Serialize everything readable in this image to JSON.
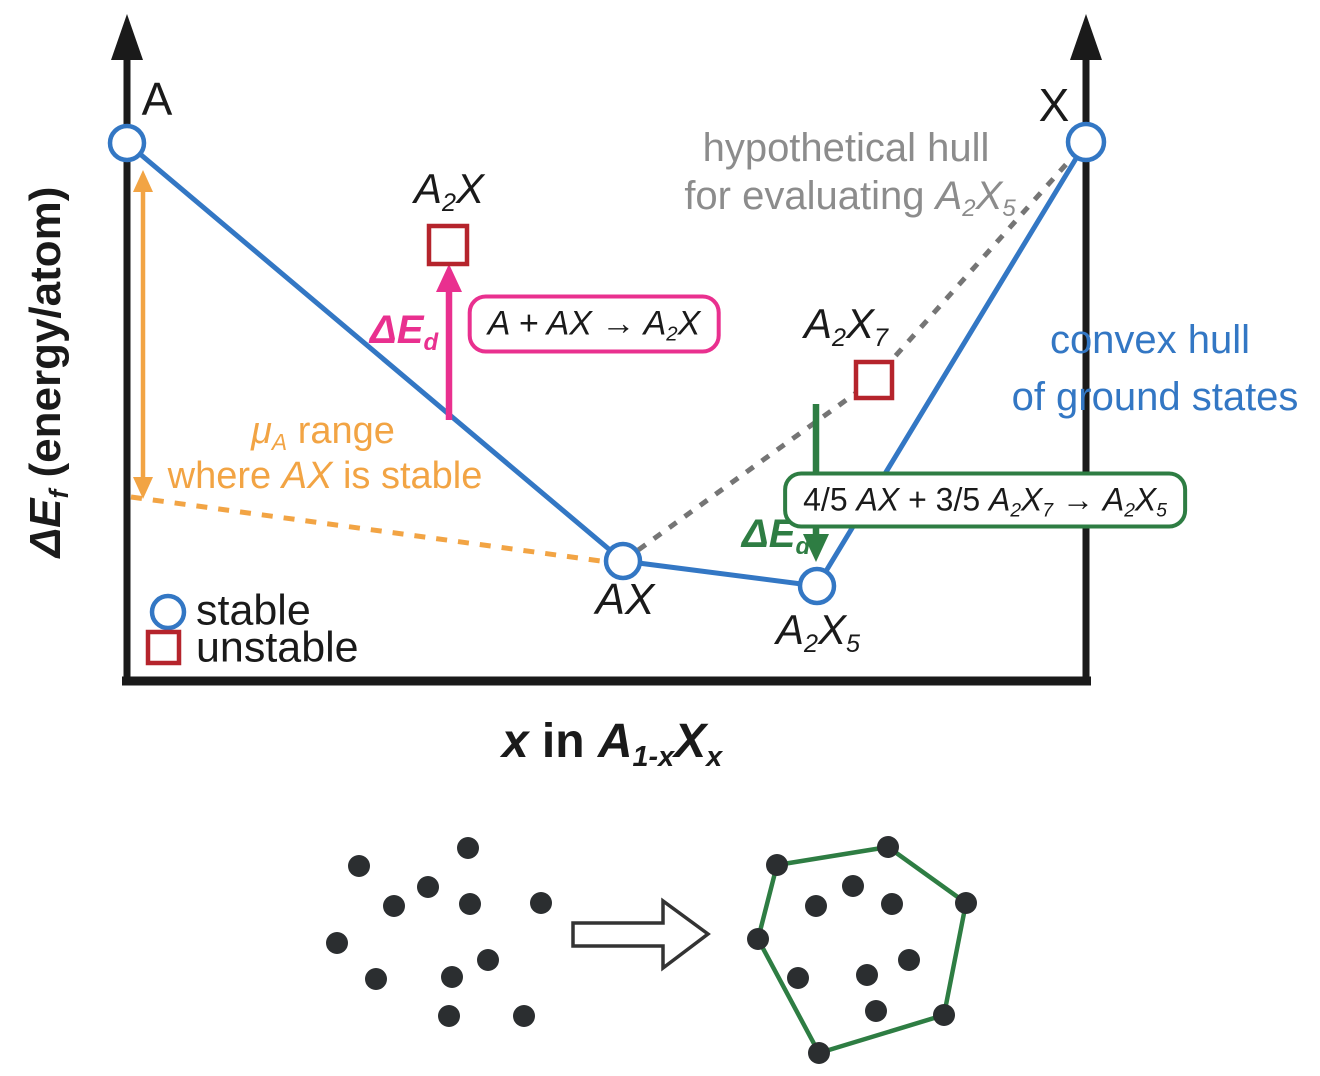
{
  "colors": {
    "stable_blue": "#3377c4",
    "unstable_red": "#b5242c",
    "accent_pink": "#e9308f",
    "accent_green": "#2e7d43",
    "accent_orange": "#f2a444",
    "annotation_gray": "#8c8c8c",
    "dash_gray": "#757575",
    "ink_black": "#1a1a1a",
    "dot_charcoal": "#2b2e30"
  },
  "plot": {
    "y_axis_label": {
      "formula": "ΔE_f_",
      "unit": " (energy/atom)"
    },
    "x_axis_label": {
      "var": "x",
      "in": " in ",
      "formula": "A_1-x_X_x_"
    },
    "points": {
      "stable": [
        {
          "label": "A"
        },
        {
          "label": "AX"
        },
        {
          "label": "A_2_X_5_"
        },
        {
          "label": "X"
        }
      ],
      "unstable": [
        {
          "label": "A_2_X"
        },
        {
          "label": "A_2_X_7_"
        }
      ]
    },
    "legend": {
      "stable": "stable",
      "unstable": "unstable"
    },
    "annotations": {
      "hypothetical_hull": {
        "line1": "hypothetical hull",
        "line2_pre": "for evaluating ",
        "line2_formula": "A_2_X_5_"
      },
      "convex_hull": {
        "line1": "convex hull",
        "line2": "of ground states"
      },
      "mu_range": {
        "mu": "μ_A_",
        "line1_rest": " range",
        "line2_pre": "where ",
        "line2_ax": "AX",
        "line2_post": " is stable"
      },
      "delta_ed_pink": "ΔE_d_",
      "delta_ed_green": "ΔE_d_",
      "reaction_pink": "A + AX → A_2_X",
      "reaction_green": {
        "c1": "4/5 ",
        "f1": "AX",
        "plus": " + ",
        "c2": "3/5 ",
        "f2": "A_2_X_7_",
        "arrow": " → ",
        "f3": "A_2_X_5_"
      }
    }
  },
  "hull_demo": {
    "dot_radius": 11,
    "scatter_dots": [
      [
        468,
        848
      ],
      [
        359,
        866
      ],
      [
        428,
        887
      ],
      [
        394,
        906
      ],
      [
        470,
        904
      ],
      [
        541,
        903
      ],
      [
        337,
        943
      ],
      [
        376,
        979
      ],
      [
        452,
        977
      ],
      [
        488,
        960
      ],
      [
        449,
        1016
      ],
      [
        524,
        1016
      ]
    ],
    "hull_vertices": [
      [
        888,
        847
      ],
      [
        966,
        903
      ],
      [
        944,
        1015
      ],
      [
        819,
        1053
      ],
      [
        758,
        939
      ],
      [
        777,
        865
      ]
    ],
    "interior_dots": [
      [
        853,
        886
      ],
      [
        816,
        906
      ],
      [
        892,
        904
      ],
      [
        909,
        960
      ],
      [
        867,
        975
      ],
      [
        798,
        978
      ],
      [
        876,
        1011
      ]
    ]
  }
}
